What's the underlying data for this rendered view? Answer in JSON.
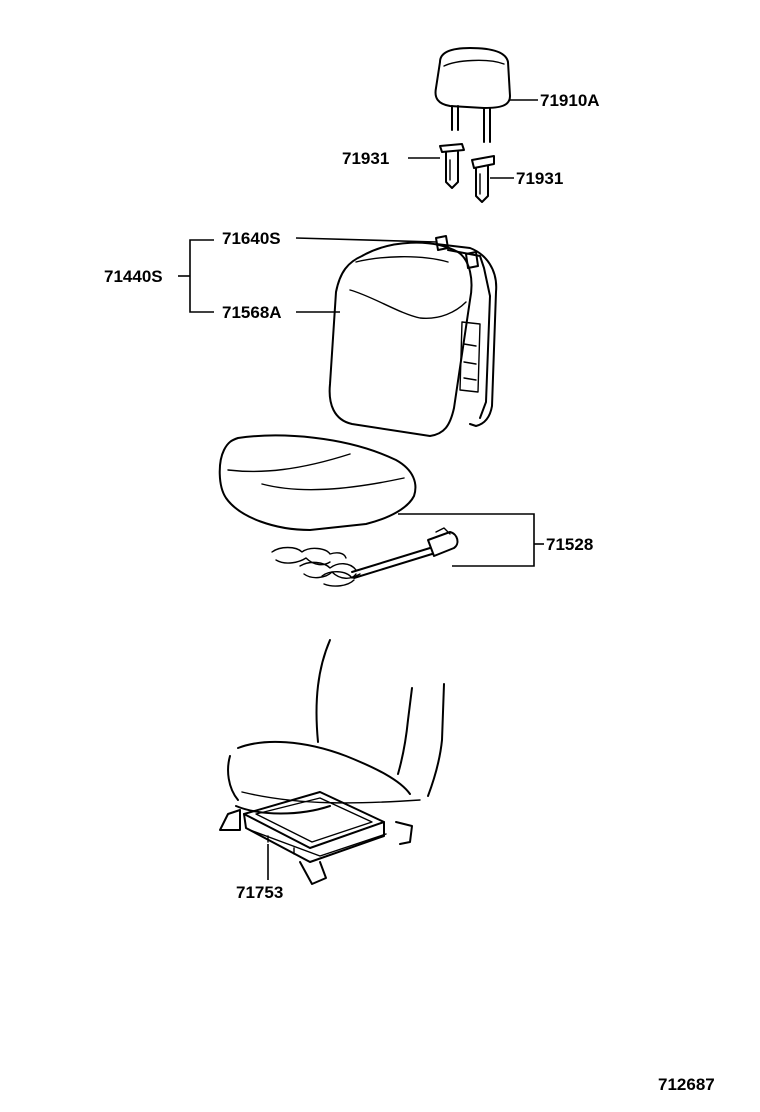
{
  "diagram": {
    "labels": {
      "headrest": "71910A",
      "headrest_support_left": "71931",
      "headrest_support_right": "71931",
      "seatback_frame": "71640S",
      "seatback_assembly": "71440S",
      "seatback_cover": "71568A",
      "cushion_frame": "71528",
      "adjuster": "71753"
    },
    "figure_number": "712687"
  }
}
